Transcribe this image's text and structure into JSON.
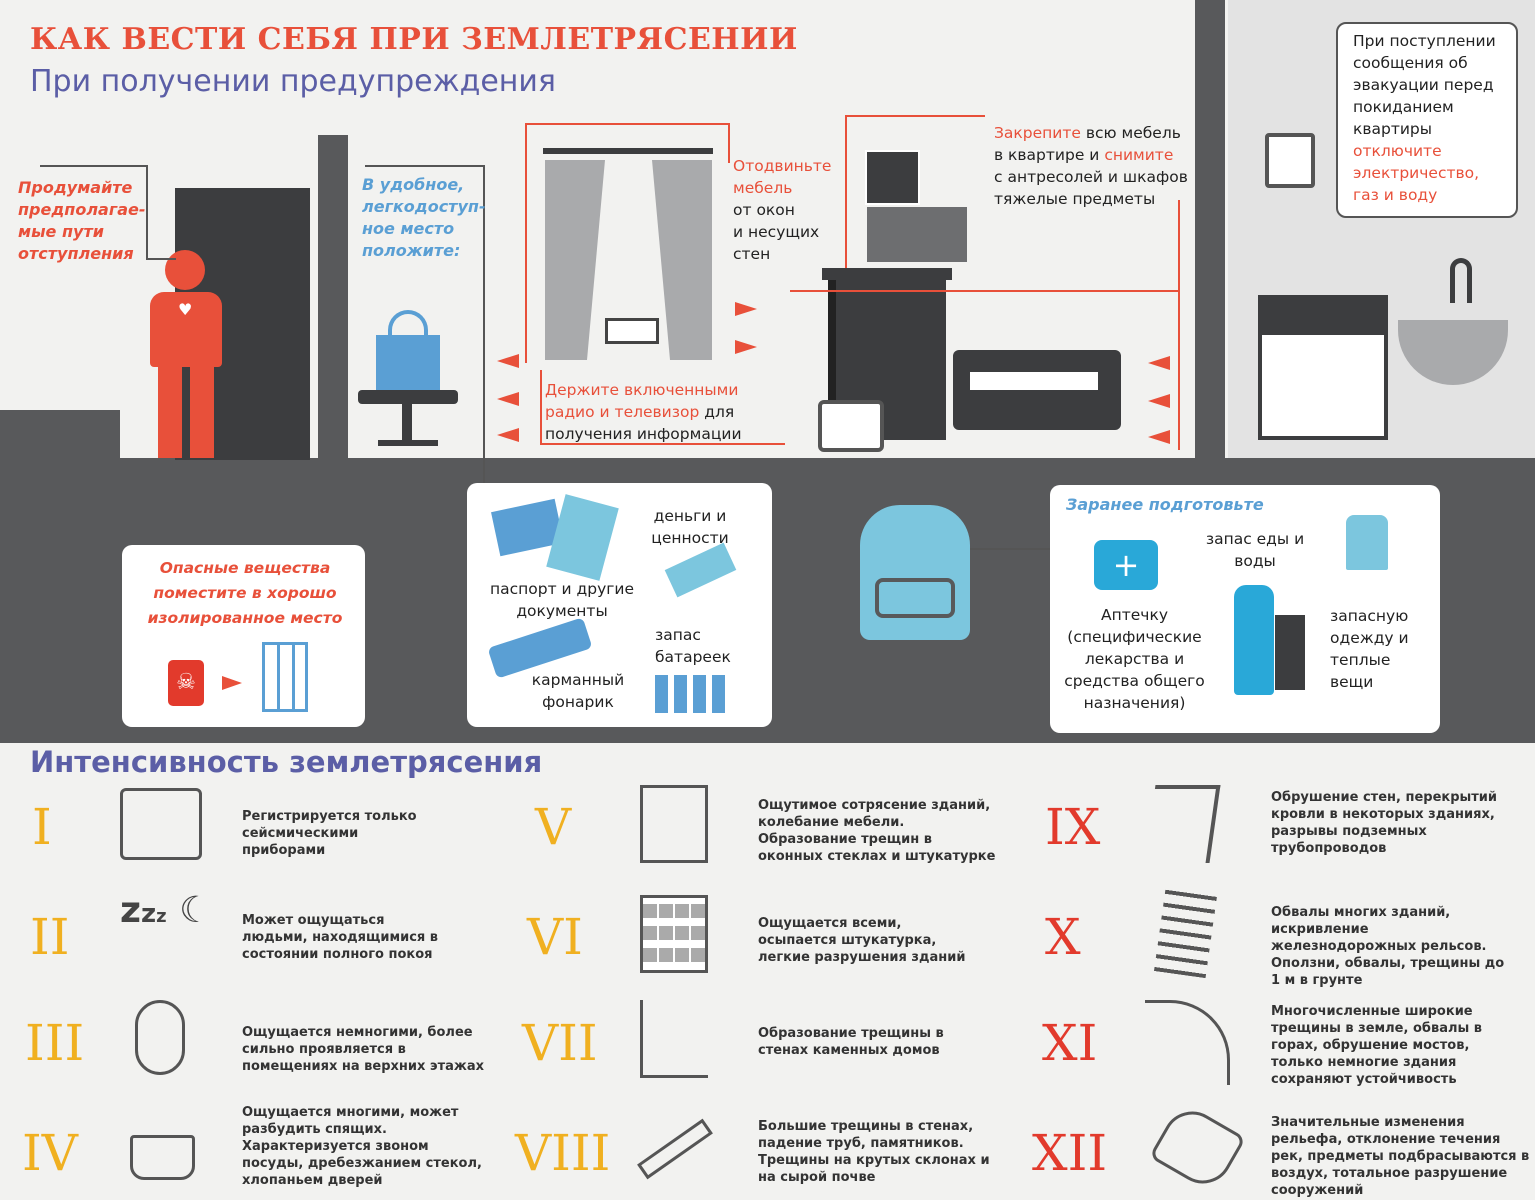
{
  "header": {
    "title": "КАК ВЕСТИ СЕБЯ ПРИ ЗЕМЛЕТРЯСЕНИИ",
    "subtitle": "При получении предупреждения"
  },
  "warning": {
    "escape_routes": "Продумайте предполагае-мые пути отступления",
    "convenient_place": "В удобное, легкодоступ-ное место положите:",
    "away_windows": "Отодвиньте мебель от окон и несущих стен",
    "away_windows_parts": [
      "Отодвиньте",
      "мебель",
      "от окон",
      "и несущих",
      "стен"
    ],
    "radio_tv": [
      "Держите включенными",
      "радио и телевизор",
      "для",
      "получения информации"
    ],
    "secure_furniture": [
      "Закрепите",
      "всю мебель",
      "в квартире и",
      "снимите",
      "с антресолей и шкафов",
      "тяжелые предметы"
    ],
    "evacuation": [
      "При поступлении",
      "сообщения об",
      "эвакуации перед",
      "покиданием",
      "квартиры",
      "отключите",
      "электричество,",
      "газ и воду"
    ],
    "dangerous": "Опасные вещества поместите в хорошо изолированное место",
    "documents_box": {
      "money": "деньги и ценности",
      "passport": "паспорт и другие документы",
      "batteries": "запас батареек",
      "flashlight": "карманный фонарик"
    },
    "prepare_box": {
      "title": "Заранее подготовьте",
      "food": "запас еды и воды",
      "first_aid": "Аптечку (специфические лекарства и средства общего назначения)",
      "clothes": "запасную одежду и теплые вещи"
    }
  },
  "intensity": {
    "title": "Интенсивность землетрясения",
    "levels": [
      {
        "roman": "I",
        "icon": "seismograph-icon",
        "text": "Регистрируется только сейсмическими приборами"
      },
      {
        "roman": "II",
        "icon": "sleep-icon",
        "text": "Может ощущаться людьми, находящимися в состоянии полного покоя"
      },
      {
        "roman": "III",
        "icon": "person-vibration-icon",
        "text": "Ощущается немногими, более сильно проявляется в помещениях на верхних этажах"
      },
      {
        "roman": "IV",
        "icon": "rattling-pot-icon",
        "text": "Ощущается многими, может разбудить спящих. Характеризуется звоном посуды, дребезжанием стекол, хлопаньем дверей"
      },
      {
        "roman": "V",
        "icon": "cracked-window-icon",
        "text": "Ощутимое сотрясение зданий, колебание мебели. Образование трещин в оконных стеклах и штукатурке"
      },
      {
        "roman": "VI",
        "icon": "damaged-building-icon",
        "text": "Ощущается всеми, осыпается штукатурка, легкие разрушения зданий"
      },
      {
        "roman": "VII",
        "icon": "cracked-wall-icon",
        "text": "Образование трещины в стенах каменных домов"
      },
      {
        "roman": "VIII",
        "icon": "falling-pipe-icon",
        "text": "Большие трещины в стенах, падение труб, памятников. Трещины на крутых склонах и на сырой почве"
      },
      {
        "roman": "IX",
        "icon": "collapsing-wall-icon",
        "text": "Обрушение стен, перекрытий кровли в некоторых зданиях, разрывы подземных трубопроводов"
      },
      {
        "roman": "X",
        "icon": "bent-rails-icon",
        "text": "Обвалы многих зданий, искривление железнодорожных рельсов. Оползни, обвалы, трещины до 1 м в грунте"
      },
      {
        "roman": "XI",
        "icon": "rockfall-icon",
        "text": "Многочисленные широкие трещины в земле, обвалы в горах, обрушение мостов, только немногие здания сохраняют устойчивость"
      },
      {
        "roman": "XII",
        "icon": "total-destruction-icon",
        "text": "Значительные изменения рельефа, отклонение течения рек, предметы подбрасываются в воздух, тотальное разрушение сооружений"
      }
    ]
  },
  "colors": {
    "accent_red": "#e8503a",
    "accent_blue": "#5a9fd4",
    "title_purple": "#5b5ea6",
    "roman_low": "#f0b020",
    "roman_high": "#e23a2c",
    "floor_gray": "#58595b"
  }
}
